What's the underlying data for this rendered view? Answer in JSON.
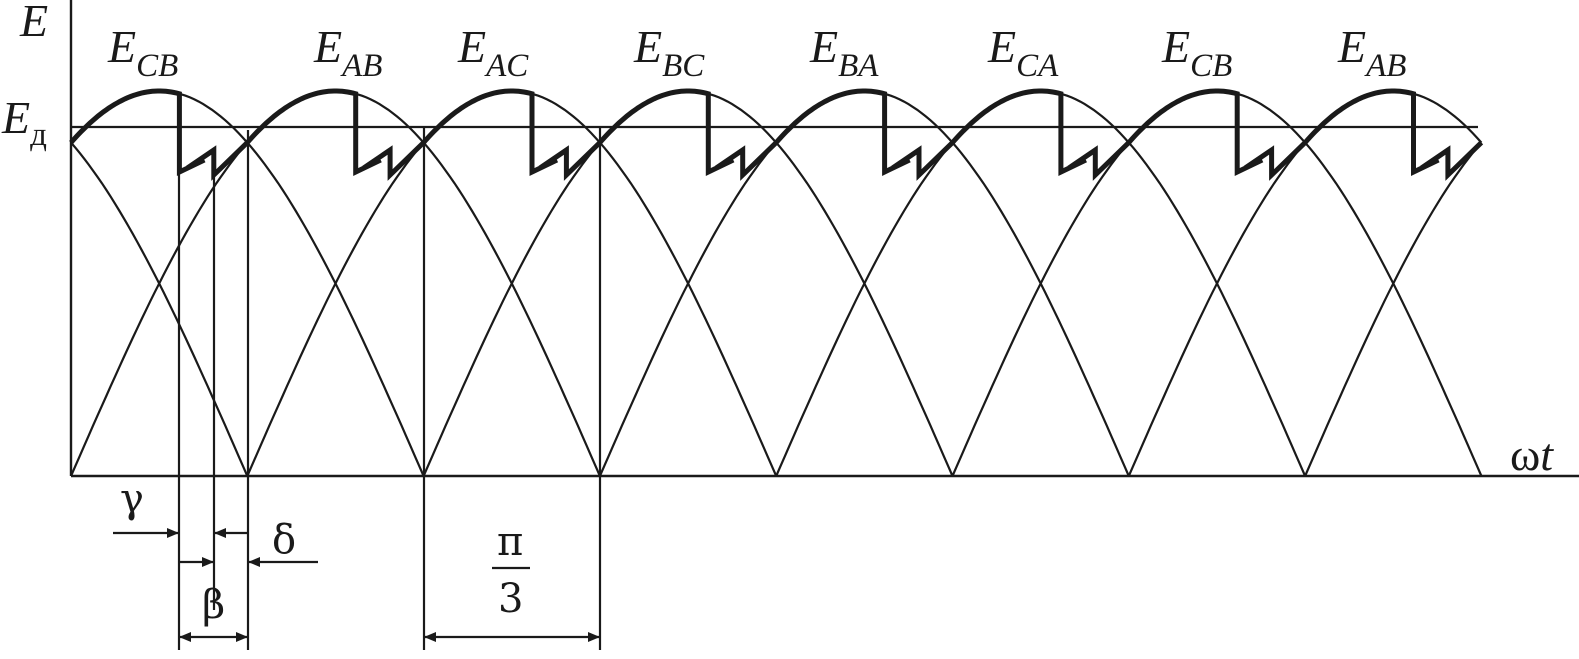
{
  "diagram": {
    "y_axis_label": "E",
    "d_level_label": {
      "main": "E",
      "sub": "д"
    },
    "x_axis_label": {
      "main": "ω",
      "tail": "t"
    },
    "waveform_labels": [
      {
        "main": "E",
        "sub": "CB"
      },
      {
        "main": "E",
        "sub": "AB"
      },
      {
        "main": "E",
        "sub": "AC"
      },
      {
        "main": "E",
        "sub": "BC"
      },
      {
        "main": "E",
        "sub": "BA"
      },
      {
        "main": "E",
        "sub": "CA"
      },
      {
        "main": "E",
        "sub": "CB"
      },
      {
        "main": "E",
        "sub": "AB"
      }
    ],
    "angle_labels": {
      "gamma": "γ",
      "delta": "δ",
      "beta": "β",
      "period_numerator": "π",
      "period_denominator": "3"
    }
  },
  "colors": {
    "stroke": "#1a1a1a",
    "background": "#ffffff"
  }
}
